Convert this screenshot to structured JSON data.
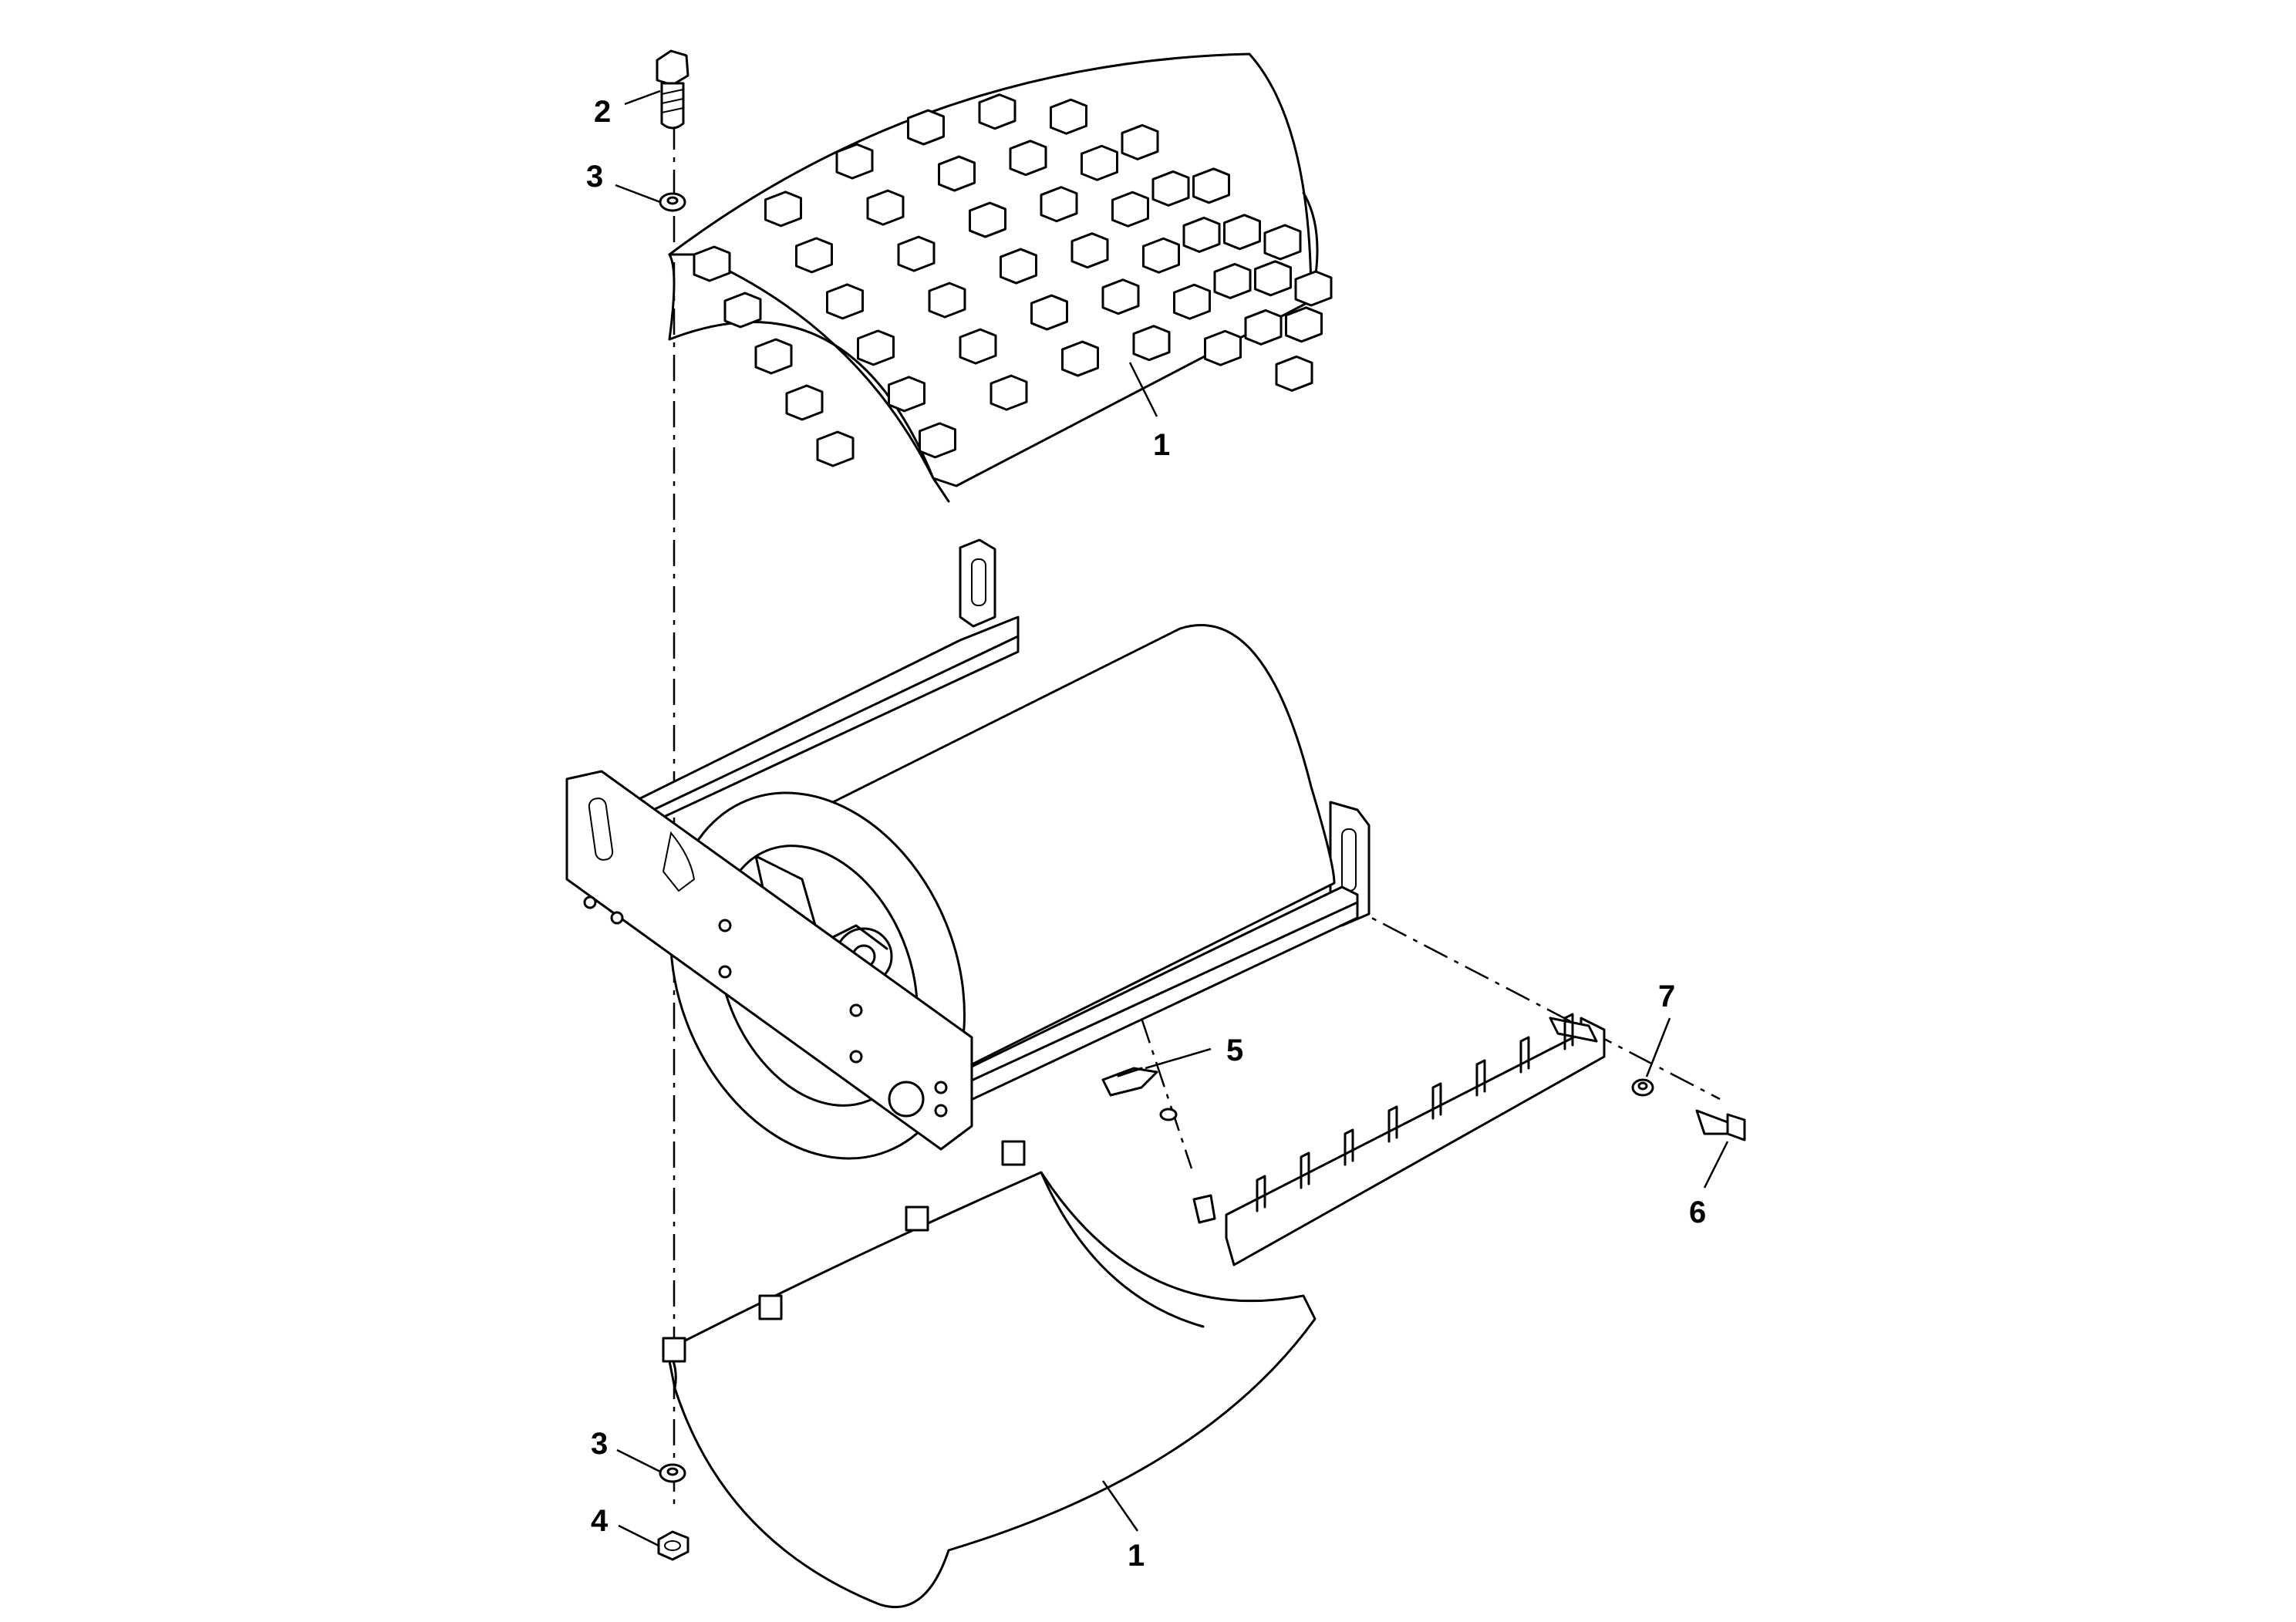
{
  "callouts": [
    {
      "id": "c1a",
      "text": "1"
    },
    {
      "id": "c1b",
      "text": "1"
    },
    {
      "id": "c2",
      "text": "2"
    },
    {
      "id": "c3a",
      "text": "3"
    },
    {
      "id": "c3b",
      "text": "3"
    },
    {
      "id": "c4",
      "text": "4"
    },
    {
      "id": "c5",
      "text": "5"
    },
    {
      "id": "c6",
      "text": "6"
    },
    {
      "id": "c7",
      "text": "7"
    }
  ]
}
